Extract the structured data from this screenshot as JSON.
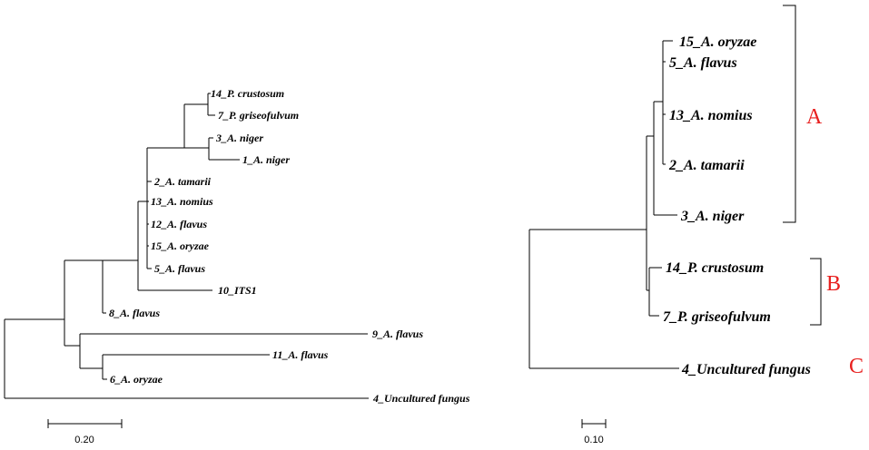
{
  "left_tree": {
    "leaves": [
      "14_P. crustosum",
      "7_P. griseofulvum",
      "3_A. niger",
      "1_A. niger",
      "2_A. tamarii",
      "13_A. nomius",
      "12_A. flavus",
      "15_A. oryzae",
      "5_A. flavus",
      "10_ITS1",
      "8_A. flavus",
      "9_A. flavus",
      "11_A. flavus",
      "6_A. oryzae",
      "4_Uncultured fungus"
    ],
    "scale_label": "0.20"
  },
  "right_tree": {
    "leaves": [
      "15_A. oryzae",
      "5_A. flavus",
      "13_A. nomius",
      "2_A. tamarii",
      "3_A. niger",
      "14_P. crustosum",
      "7_P. griseofulvum",
      "4_Uncultured fungus"
    ],
    "scale_label": "0.10",
    "clades": [
      "A",
      "B",
      "C"
    ],
    "clade_color": "#e8201f"
  }
}
